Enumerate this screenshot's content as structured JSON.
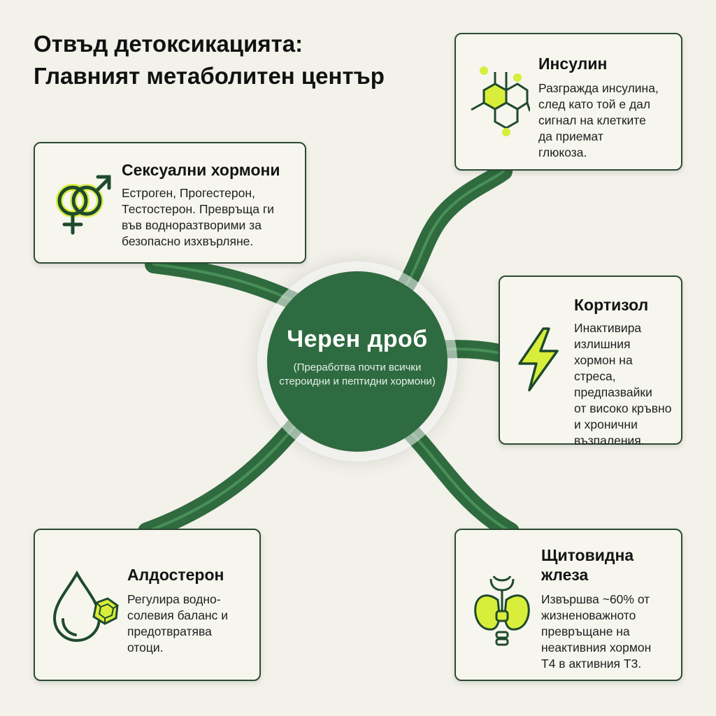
{
  "title": {
    "line1": "Отвъд детоксикацията:",
    "line2": "Главният метаболитен център"
  },
  "hub": {
    "title": "Черен дроб",
    "subtitle": "(Преработва почти всички стероидни и пептидни хормони)"
  },
  "cards": {
    "insulin": {
      "title": "Инсулин",
      "lines": [
        "Разгражда инсулина,",
        "след като той е дал",
        "сигнал на клетките",
        "да приемат",
        "глюкоза."
      ],
      "icon": "molecule-icon"
    },
    "sex": {
      "title": "Сексуални хормони",
      "lines": [
        "Естроген, Прогестерон,",
        "Тестостерон. Превръща ги",
        "във водноразтворими за",
        "безопасно изхвърляне."
      ],
      "icon": "gender-symbols-icon"
    },
    "cortisol": {
      "title": "Кортизол",
      "lines": [
        "Инактивира",
        "излишния",
        "хормон на",
        "стреса,",
        "предпазвайки",
        "от високо кръвно",
        "и хронични",
        "възпаления."
      ],
      "icon": "lightning-icon"
    },
    "aldosterone": {
      "title": "Алдостерон",
      "lines": [
        "Регулира водно-",
        "солевия баланс и",
        "предотвратява",
        "отоци."
      ],
      "icon": "water-drop-icon"
    },
    "thyroid": {
      "title_lines": [
        "Щитовидна",
        "жлеза"
      ],
      "lines": [
        "Извършва ~60% от",
        "жизненоважното",
        "превръщане на",
        "неактивния хормон",
        "Т4 в активния Т3."
      ],
      "icon": "thyroid-icon"
    }
  },
  "colors": {
    "background": "#f2f1ea",
    "hub": "#2e6b40",
    "branch": "#2f6b3e",
    "branch_highlight": "#4f9a5f",
    "accent": "#d8ee3a",
    "card_border": "#2c4a33"
  }
}
